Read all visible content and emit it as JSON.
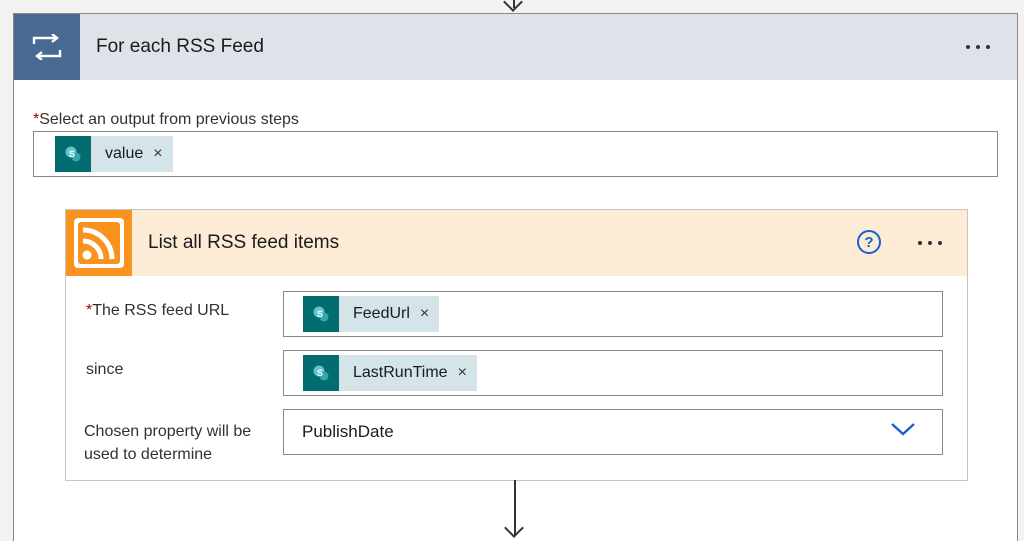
{
  "loop": {
    "title": "For each RSS Feed",
    "output_label": "Select an output from previous steps",
    "output_token": "value",
    "token_remove": "×"
  },
  "rss": {
    "title": "List all RSS feed items",
    "help": "?",
    "fields": {
      "url_label": "The RSS feed URL",
      "url_token": "FeedUrl",
      "since_label": "since",
      "since_token": "LastRunTime",
      "property_label_line1": "Chosen property will be",
      "property_label_line2": "used to determine",
      "property_value": "PublishDate"
    }
  },
  "required_marker": "*",
  "colors": {
    "loop_accent": "#486991",
    "rss_accent": "#f7931e",
    "token_icon": "#036c70",
    "token_bg": "#d5e4e9",
    "link_blue": "#1a5fd1"
  },
  "icons": {
    "loop": "loop-arrows-icon",
    "rss": "rss-feed-icon",
    "token": "sharepoint-icon",
    "more": "more-ellipsis-icon",
    "dropdown": "chevron-down-icon"
  }
}
